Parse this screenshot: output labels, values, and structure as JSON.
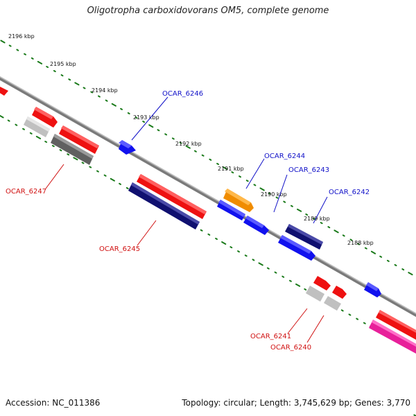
{
  "title": "Oligotropha carboxidovorans OM5, complete genome",
  "footer": {
    "accession": "Accession: NC_011386",
    "summary": "Topology: circular; Length: 3,745,629 bp; Genes: 3,770"
  },
  "colors": {
    "forward_label": "#1010c8",
    "reverse_label": "#d01010",
    "backbone": "#808080",
    "dots": "#1a7a1a",
    "red": "#ee1111",
    "blue": "#1111ee",
    "navy": "#101070",
    "orange": "#f08c00",
    "gray_light": "#c0c0c0",
    "gray_dark": "#606060",
    "magenta": "#e8209a"
  },
  "kbp_ticks": [
    "2196 kbp",
    "2195 kbp",
    "2194 kbp",
    "2193 kbp",
    "2192 kbp",
    "2191 kbp",
    "2190 kbp",
    "2189 kbp",
    "2188 kbp"
  ],
  "gene_labels": {
    "OCAR_6246": "OCAR_6246",
    "OCAR_6244": "OCAR_6244",
    "OCAR_6243": "OCAR_6243",
    "OCAR_6242": "OCAR_6242",
    "OCAR_6247": "OCAR_6247",
    "OCAR_6245": "OCAR_6245",
    "OCAR_6241": "OCAR_6241",
    "OCAR_6240": "OCAR_6240"
  }
}
